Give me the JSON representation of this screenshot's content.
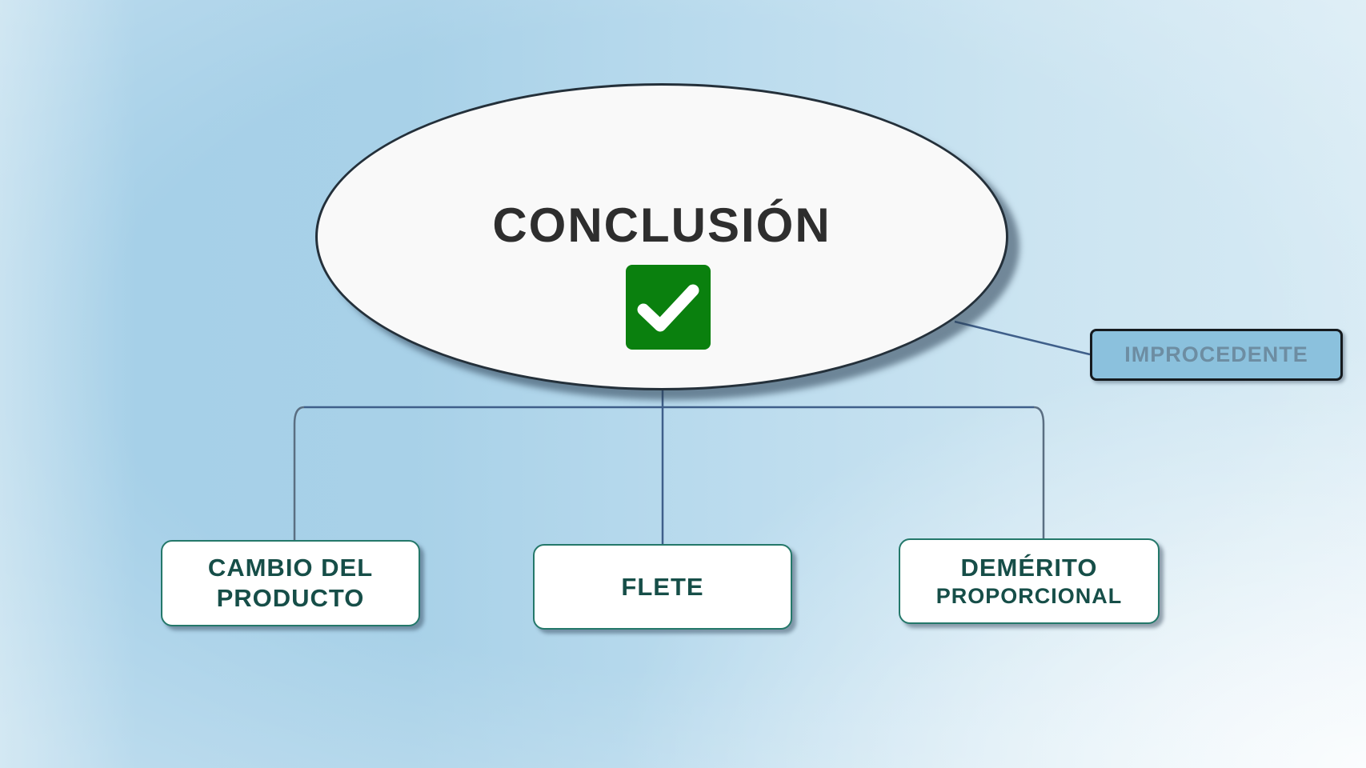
{
  "diagram": {
    "root": {
      "title": "CONCLUSIÓN",
      "icon": "checkmark-icon",
      "icon_color": "#0a800e"
    },
    "side_node": {
      "label": "IMPROCEDENTE"
    },
    "children": [
      {
        "line1": "CAMBIO DEL",
        "line2": "PRODUCTO"
      },
      {
        "line1": "FLETE"
      },
      {
        "line1": "DEMÉRITO",
        "line2": "PROPORCIONAL"
      }
    ]
  },
  "colors": {
    "box_border": "#24786a",
    "box_text": "#164e48",
    "connector": "#3f5f8a",
    "side_fill": "#8bc1dd"
  }
}
